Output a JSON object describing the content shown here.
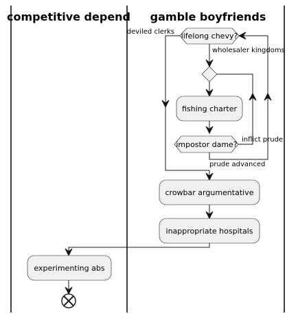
{
  "lanes": [
    {
      "title": "competitive depend"
    },
    {
      "title": "gamble boyfriends"
    }
  ],
  "nodes": {
    "decision_lifelong": "lifelong chevy?",
    "fishing": "fishing charter",
    "decision_impostor": "impostor dame?",
    "crowbar": "crowbar argumentative",
    "inappropriate": "inappropriate hospitals",
    "experimenting": "experimenting abs"
  },
  "edge_labels": {
    "deviled": "deviled clerks",
    "wholesaler": "wholesaler kingdoms",
    "inflict": "inflict prude",
    "prude_advanced": "prude advanced"
  }
}
